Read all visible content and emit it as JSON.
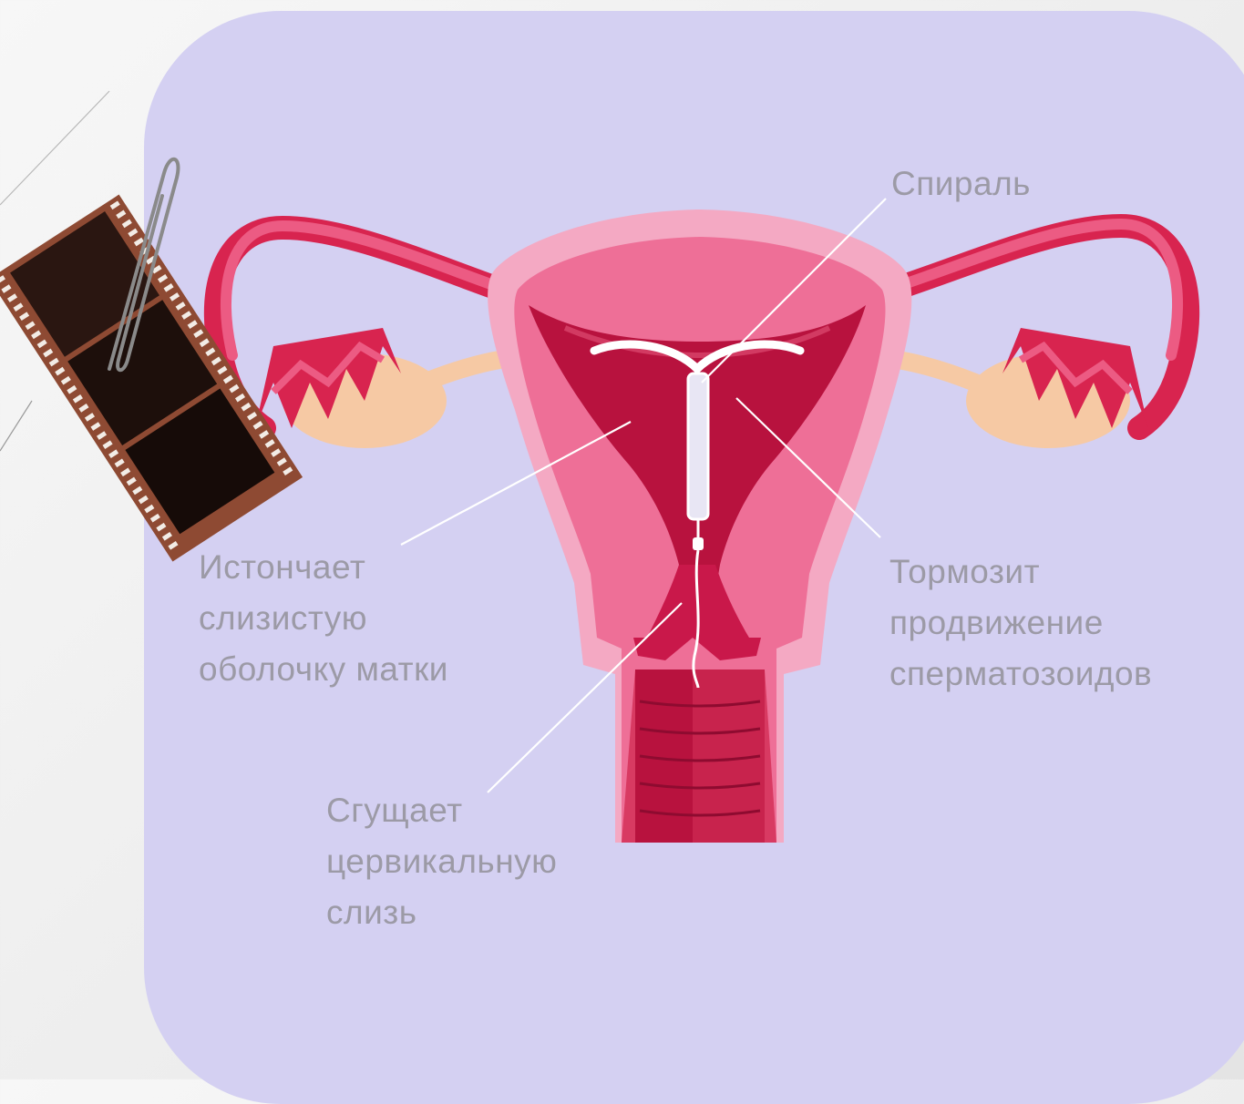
{
  "labels": {
    "iud": "Спираль",
    "endometrium": [
      "Истончает",
      "слизистую",
      "оболочку матки"
    ],
    "sperm": [
      "Тормозит",
      "продвижение",
      "сперматозоидов"
    ],
    "mucus": [
      "Сгущает",
      "цервикальную",
      "слизь"
    ]
  },
  "colors": {
    "card_background": "#d4d0f2",
    "uterus_outer": "#f4a9c3",
    "uterus_wall": "#ee6f97",
    "cavity": "#b8123e",
    "ovary": "#f6c9a4",
    "tube": "#d8244f",
    "label_text": "#9c9aa6",
    "leader_line": "#ffffff"
  },
  "icons": [
    "paperclip-icon",
    "filmstrip-icon"
  ]
}
